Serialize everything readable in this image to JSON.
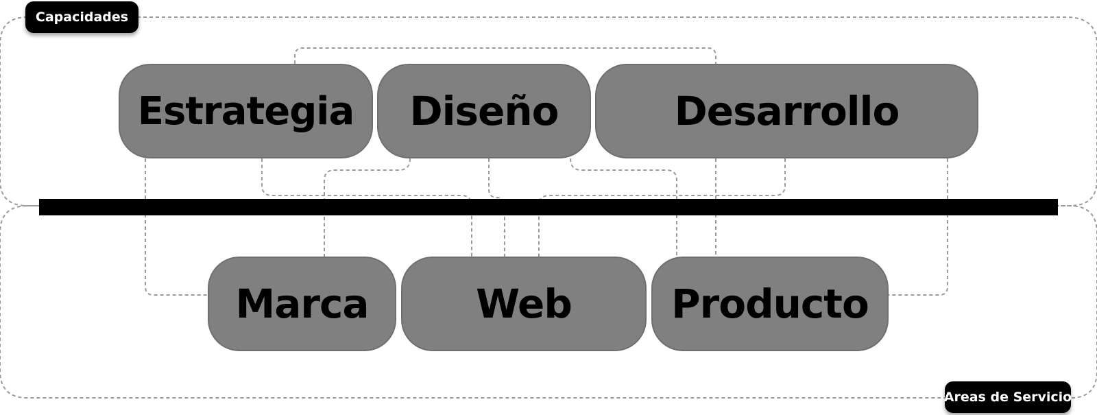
{
  "regions": {
    "capacidades": "Capacidades",
    "areas_servicio": "Areas de Servicio"
  },
  "capabilities": [
    {
      "id": "estrategia",
      "label": "Estrategia"
    },
    {
      "id": "diseno",
      "label": "Diseño"
    },
    {
      "id": "desarrollo",
      "label": "Desarrollo"
    }
  ],
  "service_areas": [
    {
      "id": "marca",
      "label": "Marca"
    },
    {
      "id": "web",
      "label": "Web"
    },
    {
      "id": "producto",
      "label": "Producto"
    }
  ],
  "connections": [
    {
      "from": "estrategia",
      "to": "marca"
    },
    {
      "from": "estrategia",
      "to": "web"
    },
    {
      "from": "diseno",
      "to": "marca"
    },
    {
      "from": "diseno",
      "to": "web"
    },
    {
      "from": "diseno",
      "to": "producto"
    },
    {
      "from": "desarrollo",
      "to": "web"
    },
    {
      "from": "desarrollo",
      "to": "producto"
    },
    {
      "from": "estrategia",
      "to": "desarrollo"
    },
    {
      "from": "desarrollo",
      "to": "producto"
    }
  ],
  "colors": {
    "node_fill": "#808080",
    "node_text": "#000000",
    "tag_fill": "#000000",
    "tag_text": "#ffffff",
    "divider": "#000000",
    "dashed_line": "#9a9a9a"
  }
}
